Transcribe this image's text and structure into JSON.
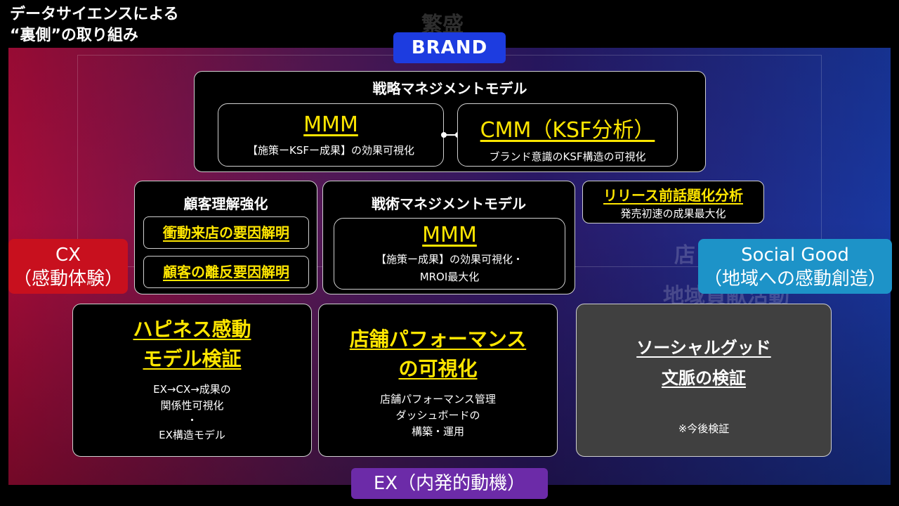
{
  "title": "データサイエンスによる\n“裏側”の取り組み",
  "ghost": {
    "top": "繁盛",
    "right_1": "店",
    "right_2": "地域貢献活動"
  },
  "pills": {
    "brand": "BRAND",
    "ex": "EX（内発的動機）",
    "cx_line1": "CX",
    "cx_line2": "（感動体験）",
    "social_line1": "Social Good",
    "social_line2": "（地域への感動創造）"
  },
  "strategy": {
    "heading": "戦略マネジメントモデル",
    "mmm_title": "MMM",
    "mmm_sub": "【施策ーKSFー成果】の効果可視化",
    "cmm_title": "CMM（KSF分析）",
    "cmm_sub": "ブランド意識のKSF構造の可視化"
  },
  "customer": {
    "heading": "顧客理解強化",
    "item1": "衝動来店の要因解明",
    "item2": "顧客の離反要因解明"
  },
  "tactics": {
    "heading": "戦術マネジメントモデル",
    "mmm_title": "MMM",
    "mmm_sub1": "【施策ー成果】の効果可視化・",
    "mmm_sub2": "MROI最大化"
  },
  "release": {
    "title": "リリース前話題化分析",
    "sub": "発売初速の成果最大化"
  },
  "happiness": {
    "title1": "ハピネス感動",
    "title2": "モデル検証",
    "sub1": "EX→CX→成果の",
    "sub2": "関係性可視化",
    "sub3": "・",
    "sub4": "EX構造モデル"
  },
  "store": {
    "title1": "店舗パフォーマンス",
    "title2": "の可視化",
    "sub1": "店舗パフォーマンス管理",
    "sub2": "ダッシュボードの",
    "sub3": "構築・運用"
  },
  "social_good": {
    "title1": "ソーシャルグッド",
    "title2": "文脈の検証",
    "note": "※今後検証"
  },
  "colors": {
    "brand": "#1d3ce0",
    "ex": "#6c2ba8",
    "cx": "#c8101e",
    "social": "#1d93c8",
    "highlight": "#ffe600"
  }
}
